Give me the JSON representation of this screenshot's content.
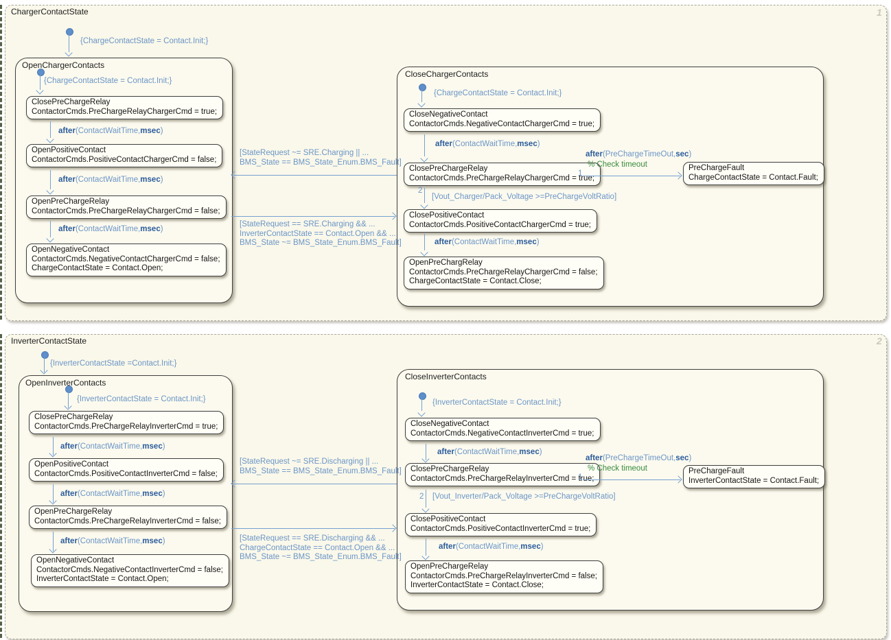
{
  "charts": [
    {
      "name": "ChargerContactState",
      "badge": "1",
      "outer_default_action": "{ChargeContactState = Contact.Init;}",
      "open": {
        "title": "OpenChargerContacts",
        "default_action": "{ChargeContactState = Contact.Init;}",
        "states": [
          {
            "title": "ClosePreChargeRelay",
            "lines": [
              "ContactorCmds.PreChargeRelayChargerCmd = true;"
            ]
          },
          {
            "title": "OpenPositiveContact",
            "lines": [
              "ContactorCmds.PositiveContactChargerCmd = false;"
            ]
          },
          {
            "title": "OpenPreChargeRelay",
            "lines": [
              "ContactorCmds.PreChargeRelayChargerCmd = false;"
            ]
          },
          {
            "title": "OpenNegativeContact",
            "lines": [
              "ContactorCmds.NegativeContactChargerCmd = false;",
              "ChargeContactState = Contact.Open;"
            ]
          }
        ]
      },
      "close": {
        "title": "CloseChargerContacts",
        "default_action": "{ChargeContactState = Contact.Init;}",
        "states": [
          {
            "title": "CloseNegativeContact",
            "lines": [
              "ContactorCmds.NegativeContactChargerCmd = true;"
            ]
          },
          {
            "title": "ClosePreChargeRelay",
            "lines": [
              "ContactorCmds.PreChargeRelayChargerCmd = true;"
            ]
          },
          {
            "title": "ClosePositiveContact",
            "lines": [
              "ContactorCmds.PositiveContactChargerCmd = true;"
            ]
          },
          {
            "title": "OpenPreChargRelay",
            "lines": [
              "ContactorCmds.PreChargeRelayChargerCmd = false;",
              "ChargeContactState = Contact.Close;"
            ]
          }
        ],
        "volt_transition": {
          "order": "2",
          "condition": "[Vout_Charger/Pack_Voltage >=PreChargeVoltRatio]"
        },
        "fault_transition": {
          "order": "1",
          "comment": "% Check timeout"
        },
        "fault_state": {
          "title": "PreChargeFault",
          "lines": [
            "ChargeContactState = Contact.Fault;"
          ]
        }
      },
      "to_open_condition": [
        "[StateRequest ~= SRE.Charging || ...",
        "BMS_State == BMS_State_Enum.BMS_Fault]"
      ],
      "to_close_condition": [
        "[StateRequest == SRE.Charging && ...",
        "InverterContactState == Contact.Open && ...",
        "BMS_State ~= BMS_State_Enum.BMS_Fault]"
      ]
    },
    {
      "name": "InverterContactState",
      "badge": "2",
      "outer_default_action": "{InverterContactState =Contact.Init;}",
      "open": {
        "title": "OpenInverterContacts",
        "default_action": "{InverterContactState = Contact.Init;}",
        "states": [
          {
            "title": "ClosePreChargeRelay",
            "lines": [
              "ContactorCmds.PreChargeRelayInverterCmd = true;"
            ]
          },
          {
            "title": "OpenPositiveContact",
            "lines": [
              "ContactorCmds.PositiveContactInverterCmd = false;"
            ]
          },
          {
            "title": "OpenPreChargeRelay",
            "lines": [
              "ContactorCmds.PreChargeRelayInverterCmd = false;"
            ]
          },
          {
            "title": "OpenNegativeContact",
            "lines": [
              "ContactorCmds.NegativeContactInverterCmd = false;",
              "InverterContactState = Contact.Open;"
            ]
          }
        ]
      },
      "close": {
        "title": "CloseInverterContacts",
        "default_action": "{InverterContactState = Contact.Init;}",
        "states": [
          {
            "title": "CloseNegativeContact",
            "lines": [
              "ContactorCmds.NegativeContactInverterCmd = true;"
            ]
          },
          {
            "title": "ClosePreChargeRelay",
            "lines": [
              "ContactorCmds.PreChargeRelayInverterCmd = true;"
            ]
          },
          {
            "title": "ClosePositiveContact",
            "lines": [
              "ContactorCmds.PositiveContactInverterCmd = true;"
            ]
          },
          {
            "title": "OpenPreChargeRelay",
            "lines": [
              "ContactorCmds.PreChargeRelayInverterCmd = false;",
              "InverterContactState = Contact.Close;"
            ]
          }
        ],
        "volt_transition": {
          "order": "2",
          "condition": "[Vout_Inverter/Pack_Voltage >=PreChargeVoltRatio]"
        },
        "fault_transition": {
          "order": "1",
          "comment": "% Check timeout"
        },
        "fault_state": {
          "title": "PreChargeFault",
          "lines": [
            "InverterContactState = Contact.Fault;"
          ]
        }
      },
      "to_open_condition": [
        "[StateRequest ~= SRE.Discharging || ...",
        "BMS_State == BMS_State_Enum.BMS_Fault]"
      ],
      "to_close_condition": [
        "[StateRequest == SRE.Discharging && ...",
        "ChargeContactState == Contact.Open && ...",
        "BMS_State ~= BMS_State_Enum.BMS_Fault]"
      ]
    }
  ],
  "shared_labels": {
    "after_contact_wait": {
      "kw": "after",
      "mid": "(ContactWaitTime,",
      "unit": "msec",
      "close": ")"
    },
    "after_precharge_timeout": {
      "kw": "after",
      "mid": "(PreChargeTimeOut,",
      "unit": "sec",
      "close": ")"
    }
  },
  "colors": {
    "transition_blue": "#6b95c7",
    "keyword_blue": "#2b5c9c",
    "comment_green": "#368b3c",
    "canvas_cream": "#faf8ea",
    "state_fill": "#fffef6"
  }
}
